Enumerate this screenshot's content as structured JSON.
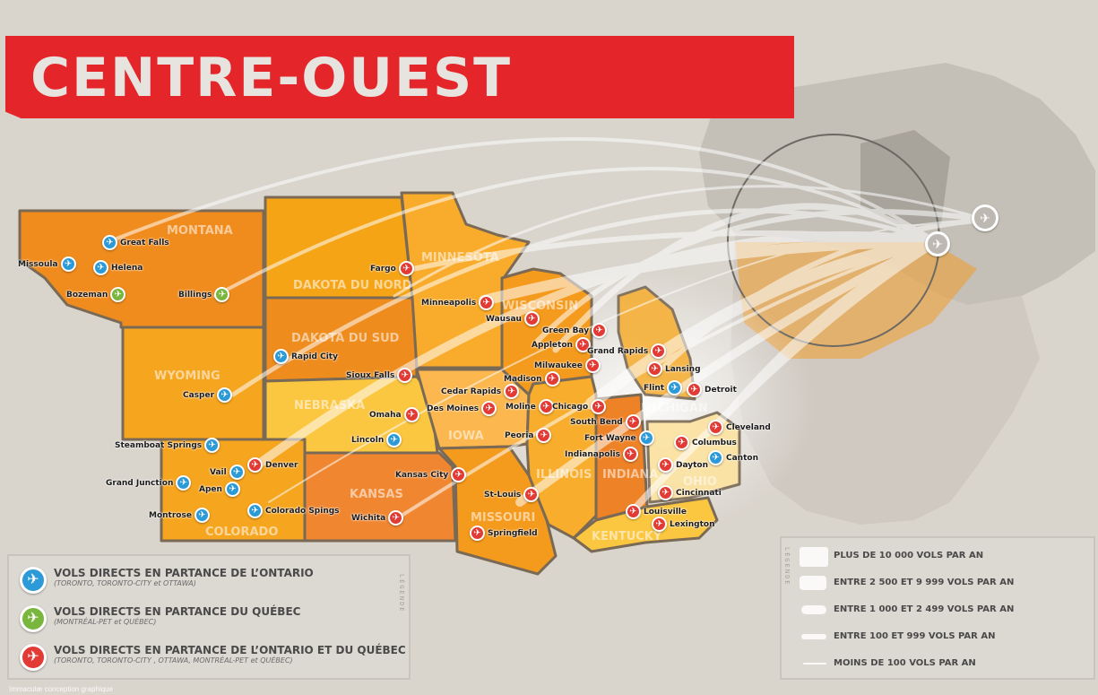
{
  "title": "CENTRE-OUEST",
  "colors": {
    "banner": "#e4262b",
    "ontario": "#2c9ad7",
    "quebec": "#78b63d",
    "both": "#e23a34",
    "background": "#d9d4cc"
  },
  "states": [
    {
      "id": "montana",
      "label": "MONTANA"
    },
    {
      "id": "north-dakota",
      "label": "DAKOTA DU NORD"
    },
    {
      "id": "minnesota",
      "label": "MINNESOTA"
    },
    {
      "id": "south-dakota",
      "label": "DAKOTA DU SUD"
    },
    {
      "id": "wisconsin",
      "label": "WISCONSIN"
    },
    {
      "id": "wyoming",
      "label": "WYOMING"
    },
    {
      "id": "michigan",
      "label": "MICHIGAN"
    },
    {
      "id": "nebraska",
      "label": "NEBRASKA"
    },
    {
      "id": "iowa",
      "label": "IOWA"
    },
    {
      "id": "illinois",
      "label": "ILLINOIS"
    },
    {
      "id": "indiana",
      "label": "INDIANA"
    },
    {
      "id": "ohio",
      "label": "OHIO"
    },
    {
      "id": "kansas",
      "label": "KANSAS"
    },
    {
      "id": "missouri",
      "label": "MISSOURI"
    },
    {
      "id": "kentucky",
      "label": "KENTUCKY"
    },
    {
      "id": "colorado",
      "label": "COLORADO"
    }
  ],
  "cities": [
    {
      "name": "Great Falls",
      "type": "blue"
    },
    {
      "name": "Missoula",
      "type": "blue"
    },
    {
      "name": "Helena",
      "type": "blue"
    },
    {
      "name": "Bozeman",
      "type": "green"
    },
    {
      "name": "Billings",
      "type": "green"
    },
    {
      "name": "Casper",
      "type": "blue"
    },
    {
      "name": "Rapid City",
      "type": "blue"
    },
    {
      "name": "Fargo",
      "type": "red"
    },
    {
      "name": "Minneapolis",
      "type": "red"
    },
    {
      "name": "Sioux Falls",
      "type": "red"
    },
    {
      "name": "Omaha",
      "type": "red"
    },
    {
      "name": "Lincoln",
      "type": "blue"
    },
    {
      "name": "Steamboat Springs",
      "type": "blue"
    },
    {
      "name": "Denver",
      "type": "red"
    },
    {
      "name": "Vail",
      "type": "blue"
    },
    {
      "name": "Apen",
      "type": "blue"
    },
    {
      "name": "Grand Junction",
      "type": "blue"
    },
    {
      "name": "Colorado Spings",
      "type": "blue"
    },
    {
      "name": "Montrose",
      "type": "blue"
    },
    {
      "name": "Wichita",
      "type": "red"
    },
    {
      "name": "Kansas City",
      "type": "red"
    },
    {
      "name": "Des Moines",
      "type": "red"
    },
    {
      "name": "Cedar Rapids",
      "type": "red"
    },
    {
      "name": "Wausau",
      "type": "red"
    },
    {
      "name": "Green Bay",
      "type": "red"
    },
    {
      "name": "Appleton",
      "type": "red"
    },
    {
      "name": "Milwaukee",
      "type": "red"
    },
    {
      "name": "Madison",
      "type": "red"
    },
    {
      "name": "Moline",
      "type": "red"
    },
    {
      "name": "Chicago",
      "type": "red"
    },
    {
      "name": "Peoria",
      "type": "red"
    },
    {
      "name": "St-Louis",
      "type": "red"
    },
    {
      "name": "Springfield",
      "type": "red"
    },
    {
      "name": "Grand Rapids",
      "type": "red"
    },
    {
      "name": "Lansing",
      "type": "red"
    },
    {
      "name": "Flint",
      "type": "blue"
    },
    {
      "name": "Detroit",
      "type": "red"
    },
    {
      "name": "South Bend",
      "type": "red"
    },
    {
      "name": "Fort Wayne",
      "type": "blue"
    },
    {
      "name": "Indianapolis",
      "type": "red"
    },
    {
      "name": "Cleveland",
      "type": "red"
    },
    {
      "name": "Columbus",
      "type": "red"
    },
    {
      "name": "Canton",
      "type": "blue"
    },
    {
      "name": "Dayton",
      "type": "red"
    },
    {
      "name": "Cincinnati",
      "type": "red"
    },
    {
      "name": "Louisville",
      "type": "red"
    },
    {
      "name": "Lexington",
      "type": "red"
    }
  ],
  "legend_left": {
    "vertical_title": "LÉGENDE",
    "items": [
      {
        "type": "blue",
        "title": "VOLS DIRECTS EN PARTANCE DE L’ONTARIO",
        "subtitle": "(TORONTO, TORONTO-CITY et OTTAWA)"
      },
      {
        "type": "green",
        "title": "VOLS DIRECTS EN PARTANCE DU QUÉBEC",
        "subtitle": "(MONTRÉAL-PET et QUÉBEC)"
      },
      {
        "type": "red",
        "title": "VOLS DIRECTS EN PARTANCE DE L’ONTARIO ET DU QUÉBEC",
        "subtitle": "(TORONTO, TORONTO-CITY , OTTAWA, MONTRÉAL-PET et QUÉBEC)"
      }
    ]
  },
  "legend_right": {
    "vertical_title": "LÉGENDE",
    "items": [
      {
        "label": "PLUS DE 10 000 VOLS PAR AN"
      },
      {
        "label": "ENTRE 2 500 ET 9 999 VOLS PAR AN"
      },
      {
        "label": "ENTRE 1 000 ET 2 499 VOLS PAR AN"
      },
      {
        "label": "ENTRE 100 ET 999 VOLS PAR AN"
      },
      {
        "label": "MOINS DE 100 VOLS PAR AN"
      }
    ]
  },
  "credit": "Immaculæ conception graphique",
  "plane_glyph": "✈"
}
